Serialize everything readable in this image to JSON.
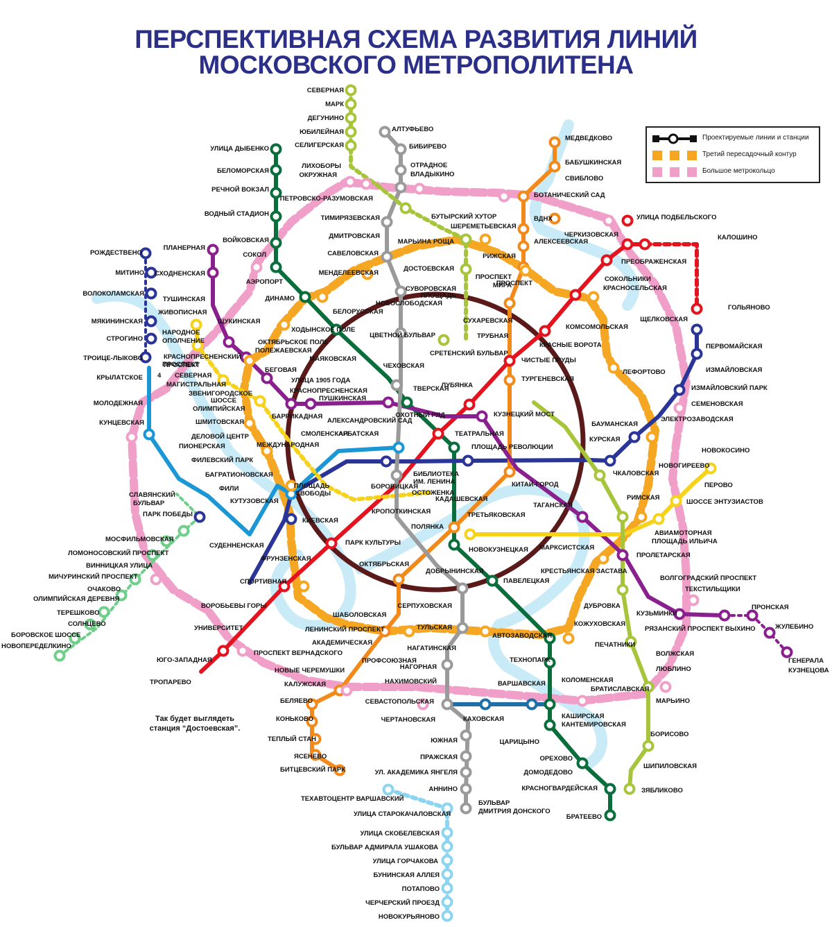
{
  "title": {
    "line1": "ПЕРСПЕКТИВНАЯ СХЕМА РАЗВИТИЯ ЛИНИЙ",
    "line2": "МОСКОВСКОГО МЕТРОПОЛИТЕНА"
  },
  "legend": {
    "items": [
      {
        "label": "Проектируемые линии и станции",
        "icon": "projected-line-icon",
        "color": "#111111"
      },
      {
        "label": "Третий пересадочный контур",
        "icon": "third-contour-icon",
        "color": "#f5a623"
      },
      {
        "label": "Большое метрокольцо",
        "icon": "big-ring-icon",
        "color": "#f0a0c8"
      }
    ]
  },
  "caption": {
    "line1": "Так будет выглядеть",
    "line2": "станция “Достоевская”."
  },
  "colors": {
    "red": "#e3141f",
    "green": "#0a6e3c",
    "blue": "#2a3597",
    "lightblue": "#1a97d4",
    "circle": "#5a1a1a",
    "orange": "#f28a1b",
    "purple": "#8a1f8e",
    "yellow": "#f6d21a",
    "gray": "#9a9a9a",
    "lime": "#a7c53a",
    "teal": "#1e6ea8",
    "palecyan": "#8cd5f0",
    "palegreen": "#6fcf8a",
    "third": "#f5a623",
    "bigring": "#f0a0c8",
    "river": "#c9eaf7"
  },
  "stations": [
    {
      "name": "СЕВЕРНАЯ"
    },
    {
      "name": "МАРК"
    },
    {
      "name": "ДЕГУНИНО"
    },
    {
      "name": "ЮБИЛЕЙНАЯ"
    },
    {
      "name": "СЕЛИГЕРСКАЯ"
    },
    {
      "name": "ЛИХОБОРЫ"
    },
    {
      "name": "ОКРУЖНАЯ"
    },
    {
      "name": "АЛТУФЬЕВО"
    },
    {
      "name": "БИБИРЕВО"
    },
    {
      "name": "ОТРАДНОЕ"
    },
    {
      "name": "ВЛАДЫКИНО"
    },
    {
      "name": "МЕДВЕДКОВО"
    },
    {
      "name": "БАБУШКИНСКАЯ"
    },
    {
      "name": "СВИБЛОВО"
    },
    {
      "name": "БОТАНИЧЕСКИЙ САД"
    },
    {
      "name": "ВДНХ"
    },
    {
      "name": "АЛЕКСЕЕВСКАЯ"
    },
    {
      "name": "РИЖСКАЯ"
    },
    {
      "name": "ПРОСПЕКТ"
    },
    {
      "name": "МИРА"
    },
    {
      "name": "УЛИЦА ДЫБЕНКО"
    },
    {
      "name": "БЕЛОМОРСКАЯ"
    },
    {
      "name": "РЕЧНОЙ ВОКЗАЛ"
    },
    {
      "name": "ВОДНЫЙ СТАДИОН"
    },
    {
      "name": "ВОЙКОВСКАЯ"
    },
    {
      "name": "СОКОЛ"
    },
    {
      "name": "АЭРОПОРТ"
    },
    {
      "name": "ДИНАМО"
    },
    {
      "name": "БЕЛОРУССКАЯ"
    },
    {
      "name": "МАЯКОВСКАЯ"
    },
    {
      "name": "ТВЕРСКАЯ"
    },
    {
      "name": "ТЕАТРАЛЬНАЯ"
    },
    {
      "name": "НОВОКУЗНЕЦКАЯ"
    },
    {
      "name": "ПАВЕЛЕЦКАЯ"
    },
    {
      "name": "АВТОЗАВОДСКАЯ"
    },
    {
      "name": "КОЛОМЕНСКАЯ"
    },
    {
      "name": "КАШИРСКАЯ"
    },
    {
      "name": "КАНТЕМИРОВСКАЯ"
    },
    {
      "name": "ЦАРИЦЫНО"
    },
    {
      "name": "ОРЕХОВО"
    },
    {
      "name": "ДОМОДЕДОВО"
    },
    {
      "name": "КРАСНОГВАРДЕЙСКАЯ"
    },
    {
      "name": "БРАТЕЕВО"
    },
    {
      "name": "ЗЯБЛИКОВО"
    },
    {
      "name": "ПЕТРОВСКО-РАЗУМОВСКАЯ"
    },
    {
      "name": "ТИМИРЯЗЕВСКАЯ"
    },
    {
      "name": "ДМИТРОВСКАЯ"
    },
    {
      "name": "САВЕЛОВСКАЯ"
    },
    {
      "name": "МЕНДЕЛЕЕВСКАЯ"
    },
    {
      "name": "ЦВЕТНОЙ БУЛЬВАР"
    },
    {
      "name": "ЧЕХОВСКАЯ"
    },
    {
      "name": "БОРОВИЦКАЯ"
    },
    {
      "name": "ПОЛЯНКА"
    },
    {
      "name": "СЕРПУХОВСКАЯ"
    },
    {
      "name": "ТУЛЬСКАЯ"
    },
    {
      "name": "НАГАТИНСКАЯ"
    },
    {
      "name": "НАГОРНАЯ"
    },
    {
      "name": "НАХИМОВСКИЙ"
    },
    {
      "name": "СЕВАСТОПОЛЬСКАЯ"
    },
    {
      "name": "ЧЕРТАНОВСКАЯ"
    },
    {
      "name": "ЮЖНАЯ"
    },
    {
      "name": "ПРАЖСКАЯ"
    },
    {
      "name": "УЛ. АКАДЕМИКА ЯНГЕЛЯ"
    },
    {
      "name": "АННИНО"
    },
    {
      "name": "БУЛЬВАР"
    },
    {
      "name": "ДМИТРИЯ ДОНСКОГО"
    },
    {
      "name": "БУТЫРСКИЙ ХУТОР"
    },
    {
      "name": "ШЕРЕМЕТЬЕВСКАЯ"
    },
    {
      "name": "МАРЬИНА РОЩА"
    },
    {
      "name": "ДОСТОЕВСКАЯ"
    },
    {
      "name": "СУВОРОВСКАЯ"
    },
    {
      "name": "ПЛОЩАДЬ"
    },
    {
      "name": "НОВОСЛОБОДСКАЯ"
    },
    {
      "name": "СУХАРЕВСКАЯ"
    },
    {
      "name": "ТРУБНАЯ"
    },
    {
      "name": "СРЕТЕНСКИЙ БУЛЬВАР"
    },
    {
      "name": "ЧИСТЫЕ ПРУДЫ"
    },
    {
      "name": "ТУРГЕНЕВСКАЯ"
    },
    {
      "name": "КРАСНЫЕ ВОРОТА"
    },
    {
      "name": "КОМСОМОЛЬСКАЯ"
    },
    {
      "name": "КРАСНОСЕЛЬСКАЯ"
    },
    {
      "name": "СОКОЛЬНИКИ"
    },
    {
      "name": "ПРЕОБРАЖЕНСКАЯ"
    },
    {
      "name": "ЧЕРКИЗОВСКАЯ"
    },
    {
      "name": "УЛИЦА ПОДБЕЛЬСКОГО"
    },
    {
      "name": "КАЛОШИНО"
    },
    {
      "name": "ГОЛЬЯНОВО"
    },
    {
      "name": "ЩЕЛКОВСКАЯ"
    },
    {
      "name": "ПЕРВОМАЙСКАЯ"
    },
    {
      "name": "ИЗМАЙЛОВСКАЯ"
    },
    {
      "name": "ИЗМАЙЛОВСКИЙ ПАРК"
    },
    {
      "name": "СЕМЕНОВСКАЯ"
    },
    {
      "name": "ЭЛЕКТРОЗАВОДСКАЯ"
    },
    {
      "name": "ЛЕФОРТОВО"
    },
    {
      "name": "БАУМАНСКАЯ"
    },
    {
      "name": "КУРСКАЯ"
    },
    {
      "name": "ЧКАЛОВСКАЯ"
    },
    {
      "name": "НОВОКОСИНО"
    },
    {
      "name": "НОВОГИРЕЕВО"
    },
    {
      "name": "ПЕРОВО"
    },
    {
      "name": "ШОССЕ ЭНТУЗИАСТОВ"
    },
    {
      "name": "АВИАМОТОРНАЯ"
    },
    {
      "name": "ПЛОЩАДЬ ИЛЬИЧА"
    },
    {
      "name": "РИМСКАЯ"
    },
    {
      "name": "ПРОЛЕТАРСКАЯ"
    },
    {
      "name": "КРЕСТЬЯНСКАЯ ЗАСТАВА"
    },
    {
      "name": "МАРКСИСТСКАЯ"
    },
    {
      "name": "ТАГАНСКАЯ"
    },
    {
      "name": "КИТАЙ-ГОРОД"
    },
    {
      "name": "КУЗНЕЦКИЙ МОСТ"
    },
    {
      "name": "ЛУБЯНКА"
    },
    {
      "name": "ОХОТНЫЙ РЯД"
    },
    {
      "name": "ПЛОЩАДЬ РЕВОЛЮЦИИ"
    },
    {
      "name": "ВОЛГОГРАДСКИЙ ПРОСПЕКТ"
    },
    {
      "name": "ТЕКСТИЛЬЩИКИ"
    },
    {
      "name": "КУЗЬМИНКИ"
    },
    {
      "name": "РЯЗАНСКИЙ ПРОСПЕКТ"
    },
    {
      "name": "ВЫХИНО"
    },
    {
      "name": "ПРОНСКАЯ"
    },
    {
      "name": "ЖУЛЕБИНО"
    },
    {
      "name": "ГЕНЕРАЛА"
    },
    {
      "name": "КУЗНЕЦОВА"
    },
    {
      "name": "ДУБРОВКА"
    },
    {
      "name": "КОЖУХОВСКАЯ"
    },
    {
      "name": "ПЕЧАТНИКИ"
    },
    {
      "name": "ВОЛЖСКАЯ"
    },
    {
      "name": "ЛЮБЛИНО"
    },
    {
      "name": "БРАТИСЛАВСКАЯ"
    },
    {
      "name": "МАРЬИНО"
    },
    {
      "name": "БОРИСОВО"
    },
    {
      "name": "ШИПИЛОВСКАЯ"
    },
    {
      "name": "ТЕХНОПАРК"
    },
    {
      "name": "ВАРШАВСКАЯ"
    },
    {
      "name": "КАХОВСКАЯ"
    },
    {
      "name": "ПЛАНЕРНАЯ"
    },
    {
      "name": "СХОДНЕНСКАЯ"
    },
    {
      "name": "ТУШИНСКАЯ"
    },
    {
      "name": "ЩУКИНСКАЯ"
    },
    {
      "name": "ОКТЯБРЬСКОЕ ПОЛЕ"
    },
    {
      "name": "ПОЛЕЖАЕВСКАЯ"
    },
    {
      "name": "БЕГОВАЯ"
    },
    {
      "name": "УЛИЦА 1905 ГОДА"
    },
    {
      "name": "БАРРИКАДНАЯ"
    },
    {
      "name": "ПУШКИНСКАЯ"
    },
    {
      "name": "КРАСНОПРЕСНЕНСКАЯ"
    },
    {
      "name": "ХОДЫНСКОЕ ПОЛЕ"
    },
    {
      "name": "РОЖДЕСТВЕНО"
    },
    {
      "name": "МИТИНО"
    },
    {
      "name": "ВОЛОКОЛАМСКАЯ"
    },
    {
      "name": "МЯКИНИНСКАЯ"
    },
    {
      "name": "ЖИВОПИСНАЯ"
    },
    {
      "name": "СТРОГИНО"
    },
    {
      "name": "ТРОИЦЕ-ЛЫКОВО"
    },
    {
      "name": "КРЫЛАТСКОЕ"
    },
    {
      "name": "МОЛОДЕЖНАЯ"
    },
    {
      "name": "КУНЦЕВСКАЯ"
    },
    {
      "name": "НАРОДНОЕ"
    },
    {
      "name": "ОПОЛЧЕНИЕ"
    },
    {
      "name": "КРАСНОПРЕСНЕНСКИЙ"
    },
    {
      "name": "ПРОСПЕКТ"
    },
    {
      "name": "СЕВЕРНАЯ"
    },
    {
      "name": "МАГИСТРАЛЬНАЯ"
    },
    {
      "name": "ЗВЕНИГОРОДСКОЕ"
    },
    {
      "name": "ШОССЕ"
    },
    {
      "name": "ОЛИМПИЙСКАЯ"
    },
    {
      "name": "ШМИТОВСКАЯ"
    },
    {
      "name": "ДЕЛОВОЙ ЦЕНТР"
    },
    {
      "name": "ПИОНЕРСКАЯ"
    },
    {
      "name": "ФИЛЕВСКИЙ ПАРК"
    },
    {
      "name": "БАГРАТИОНОВСКАЯ"
    },
    {
      "name": "ФИЛИ"
    },
    {
      "name": "КУТУЗОВСКАЯ"
    },
    {
      "name": "МЕЖДУНАРОДНАЯ"
    },
    {
      "name": "СМОЛЕНСКАЯ"
    },
    {
      "name": "АРБАТСКАЯ"
    },
    {
      "name": "АЛЕКСАНДРОВСКИЙ САД"
    },
    {
      "name": "БИБЛИОТЕКА"
    },
    {
      "name": "ИМ. ЛЕНИНА"
    },
    {
      "name": "ПЛОЩАДЬ"
    },
    {
      "name": "СВОБОДЫ"
    },
    {
      "name": "КИЕВСКАЯ"
    },
    {
      "name": "КАДАШЕВСКАЯ"
    },
    {
      "name": "ТРЕТЬЯКОВСКАЯ"
    },
    {
      "name": "ОСТОЖЕНКА"
    },
    {
      "name": "КРОПОТКИНСКАЯ"
    },
    {
      "name": "ПАРК КУЛЬТУРЫ"
    },
    {
      "name": "ОКТЯБРЬСКАЯ"
    },
    {
      "name": "ДОБРЫНИНСКАЯ"
    },
    {
      "name": "ФРУНЗЕНСКАЯ"
    },
    {
      "name": "СПОРТИВНАЯ"
    },
    {
      "name": "ВОРОБЬЕВЫ ГОРЫ"
    },
    {
      "name": "УНИВЕРСИТЕТ"
    },
    {
      "name": "ПРОСПЕКТ ВЕРНАДСКОГО"
    },
    {
      "name": "ЮГО-ЗАПАДНАЯ"
    },
    {
      "name": "ТРОПАРЕВО"
    },
    {
      "name": "ШАБОЛОВСКАЯ"
    },
    {
      "name": "ЛЕНИНСКИЙ ПРОСПЕКТ"
    },
    {
      "name": "АКАДЕМИЧЕСКАЯ"
    },
    {
      "name": "ПРОФСОЮЗНАЯ"
    },
    {
      "name": "НОВЫЕ ЧЕРЕМУШКИ"
    },
    {
      "name": "КАЛУЖСКАЯ"
    },
    {
      "name": "БЕЛЯЕВО"
    },
    {
      "name": "КОНЬКОВО"
    },
    {
      "name": "ТЕПЛЫЙ СТАН"
    },
    {
      "name": "ЯСЕНЕВО"
    },
    {
      "name": "БИТЦЕВСКИЙ ПАРК"
    },
    {
      "name": "ТЕХАВТОЦЕНТР ВАРШАВСКИЙ"
    },
    {
      "name": "УЛИЦА СТАРОКАЧАЛОВСКАЯ"
    },
    {
      "name": "УЛИЦА СКОБЕЛЕВСКАЯ"
    },
    {
      "name": "БУЛЬВАР АДМИРАЛА УШАКОВА"
    },
    {
      "name": "УЛИЦА ГОРЧАКОВА"
    },
    {
      "name": "БУНИНСКАЯ АЛЛЕЯ"
    },
    {
      "name": "ПОТАПОВО"
    },
    {
      "name": "ЧЕРЧЕРСКИЙ ПРОЕЗД"
    },
    {
      "name": "НОВОКУРЬЯНОВО"
    },
    {
      "name": "СЛАВЯНСКИЙ"
    },
    {
      "name": "БУЛЬВАР"
    },
    {
      "name": "ПАРК ПОБЕДЫ"
    },
    {
      "name": "СУДЕННЕНСКАЯ"
    },
    {
      "name": "МОСФИЛЬМОВСКАЯ"
    },
    {
      "name": "ЛОМОНОСОВСКИЙ ПРОСПЕКТ"
    },
    {
      "name": "ВИННИЦКАЯ УЛИЦА"
    },
    {
      "name": "МИЧУРИНСКИЙ ПРОСПЕКТ"
    },
    {
      "name": "ОЧАКОВО"
    },
    {
      "name": "ОЛИМПИЙСКАЯ ДЕРЕВНЯ"
    },
    {
      "name": "ТЕРЕШКОВО"
    },
    {
      "name": "СОЛНЦЕВО"
    },
    {
      "name": "БОРОВСКОЕ ШОССЕ"
    },
    {
      "name": "НОВОПЕРЕДЕЛКИНО"
    },
    {
      "name": "ПРОСПЕКТ"
    },
    {
      "name": "ПРОСПЕКТ"
    },
    {
      "name": "4"
    }
  ]
}
